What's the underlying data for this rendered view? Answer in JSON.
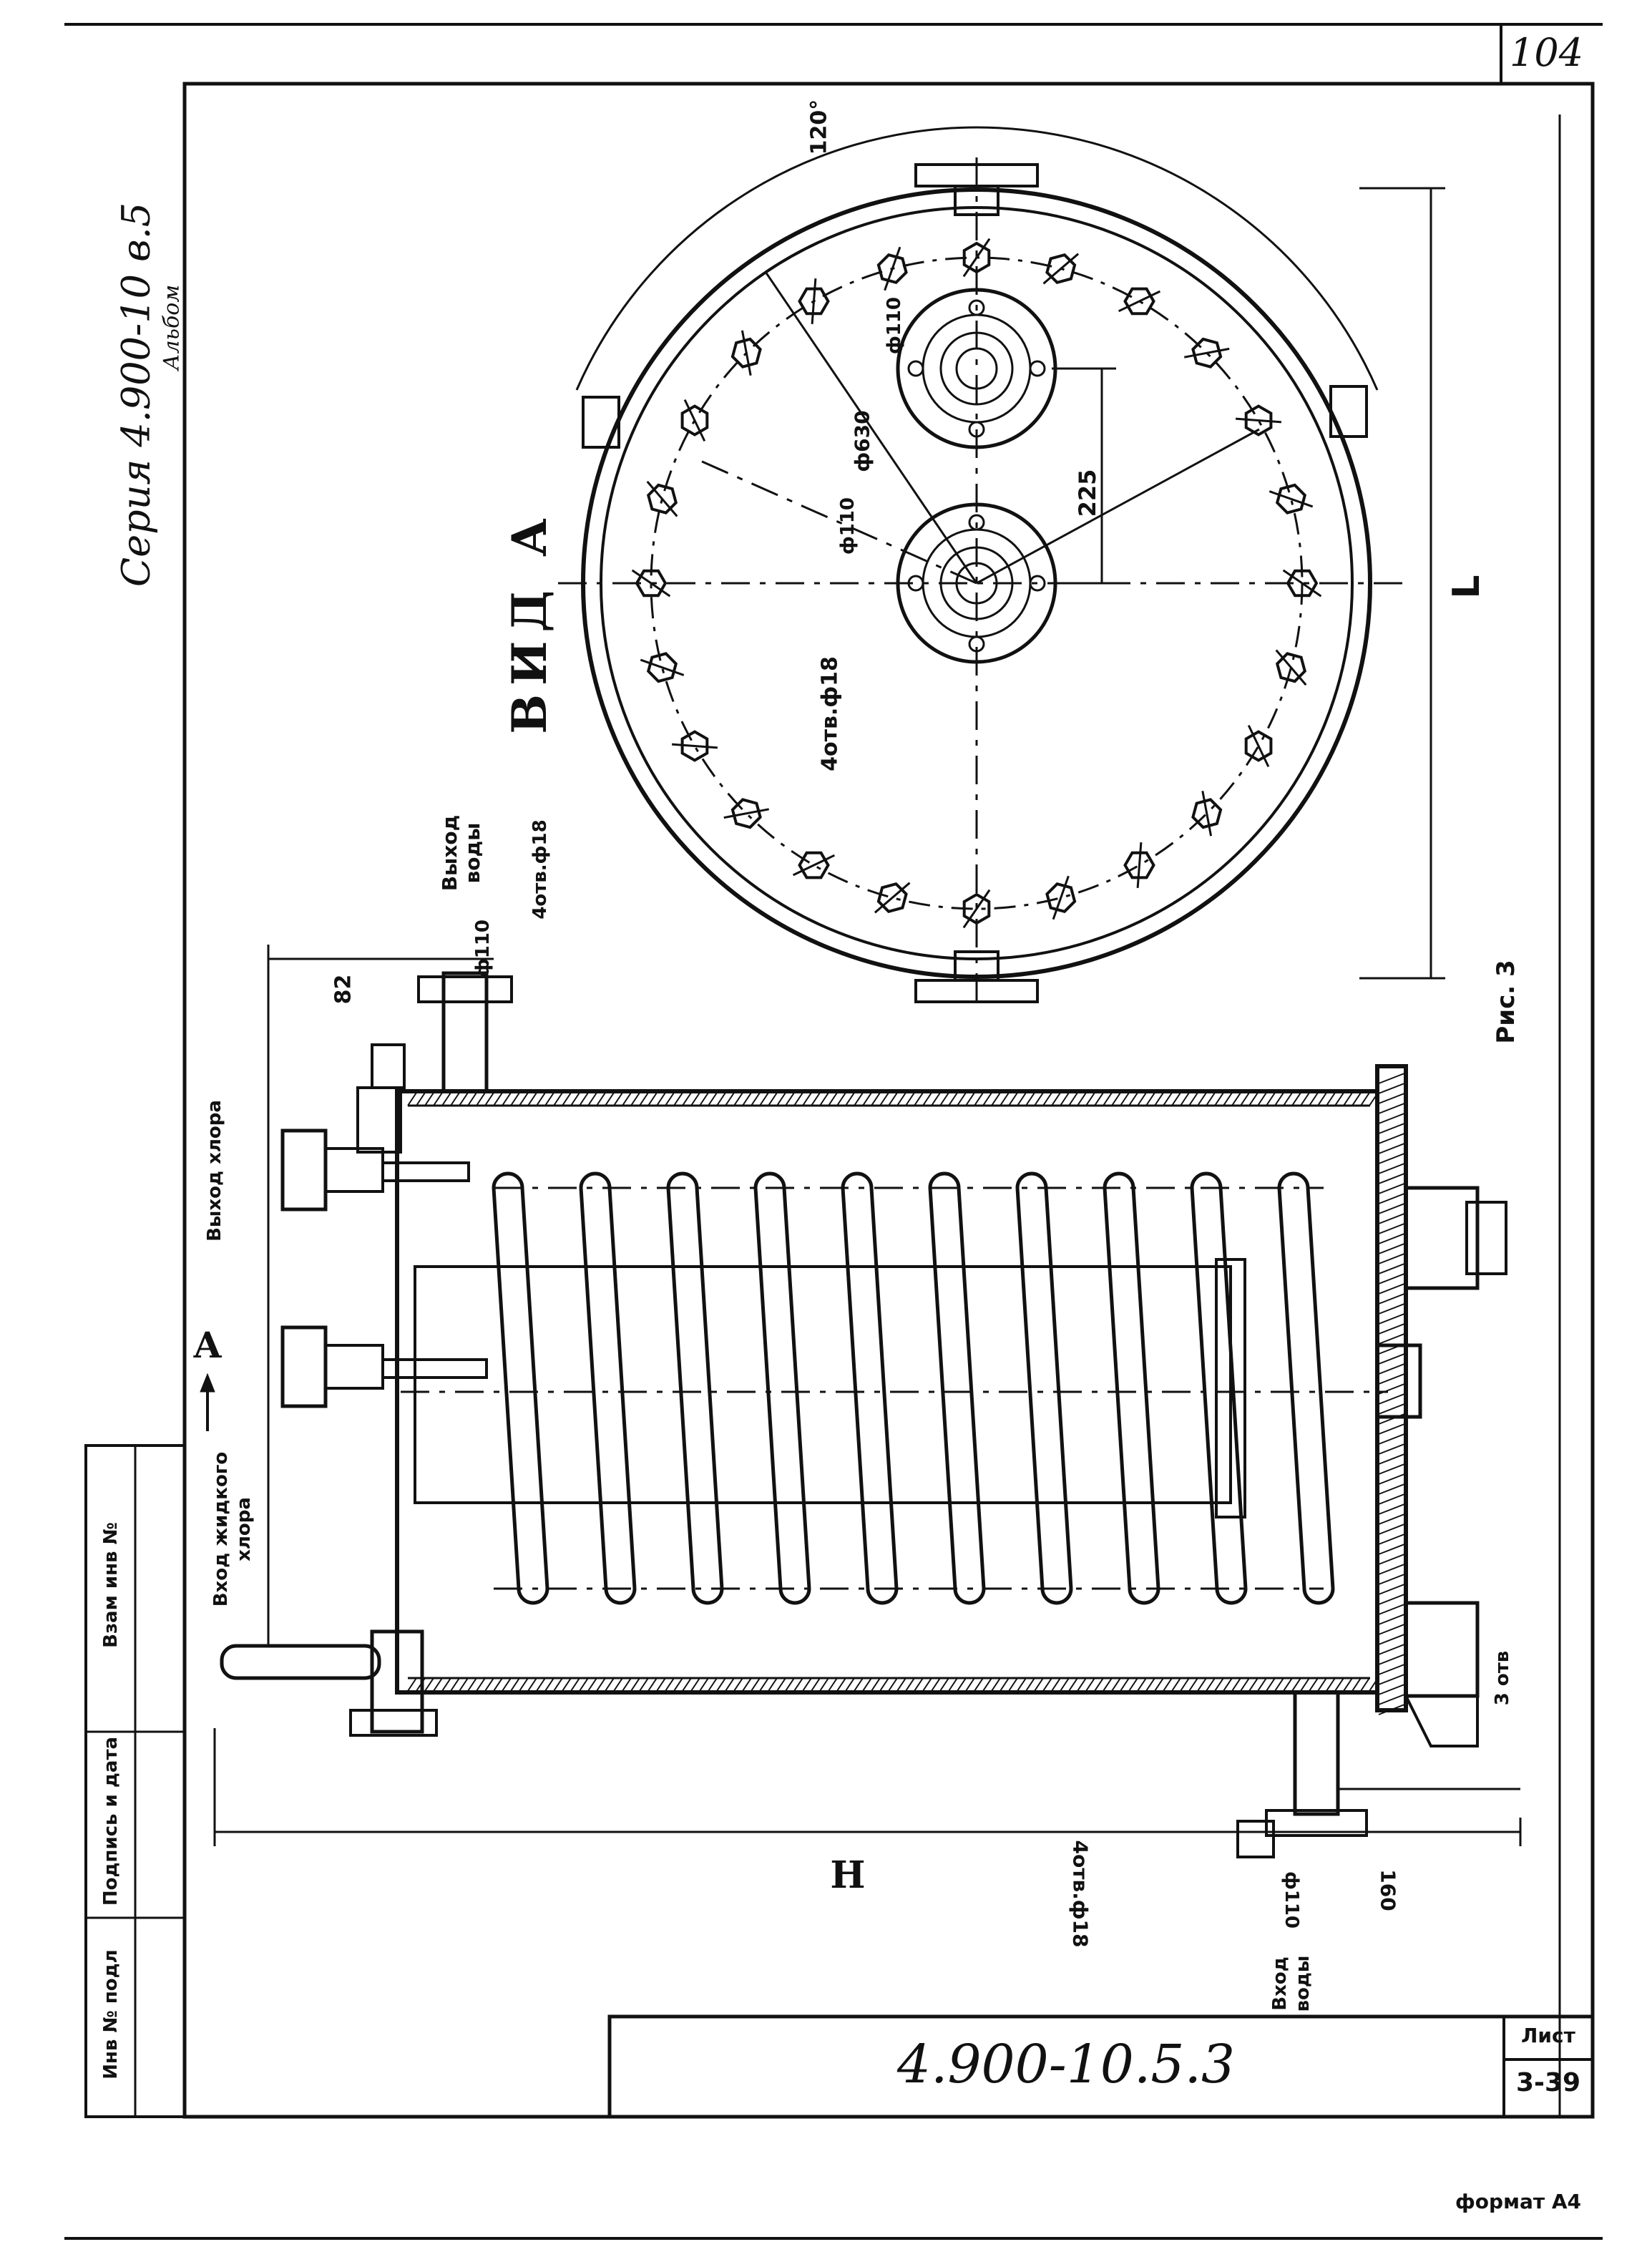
{
  "page_number": "104",
  "header_series": "Серия 4.900-10 в.5",
  "header_album": "Альбом",
  "drawing_code": "4.900-10.5.3",
  "sheet_label": "Лист",
  "sheet_number": "3-39",
  "format_label": "формат А4",
  "figure_label": "Рис. 3",
  "view_label": "ВИД А",
  "section_mark": "A",
  "side_stamp": {
    "cells": [
      "Инв № подл",
      "Подпись и дата",
      "Взам инв №"
    ]
  },
  "labels": {
    "water_outlet": "Выход воды",
    "water_inlet": "Вход воды",
    "chlorine_inlet": "Вход жидкого хлора",
    "chlorine_outlet": "Выход хлора"
  },
  "dimensions": {
    "angle": "120°",
    "d_630": "ф630",
    "d_110_top": "ф110",
    "d_110_mid": "ф110",
    "d_110_bottom": "ф110",
    "d_110_outlet": "ф110",
    "pitch": "225",
    "holes_center": "4отв.ф18",
    "holes_outlet": "4отв.ф18",
    "holes_inlet": "4отв.ф18",
    "holes_base": "3 отв",
    "dim_L": "L",
    "dim_H": "H",
    "dim_160": "160",
    "dim_82": "82"
  }
}
